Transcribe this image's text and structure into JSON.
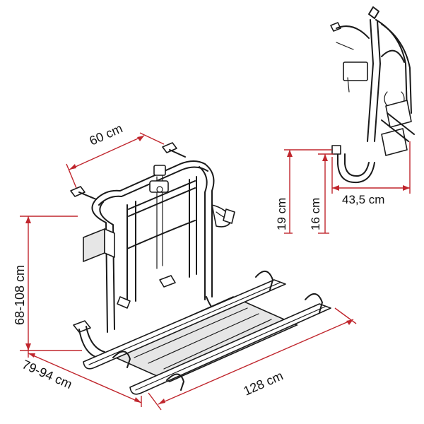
{
  "dimensions": {
    "width": "60 cm",
    "height": "68-108 cm",
    "depth": "79-94 cm",
    "length": "128 cm",
    "side_depth": "43,5 cm",
    "side_height_a": "19 cm",
    "side_height_b": "16 cm"
  },
  "colors": {
    "dimension_lines": "#c0262d",
    "outline": "#1a1a1a",
    "background": "#ffffff"
  }
}
